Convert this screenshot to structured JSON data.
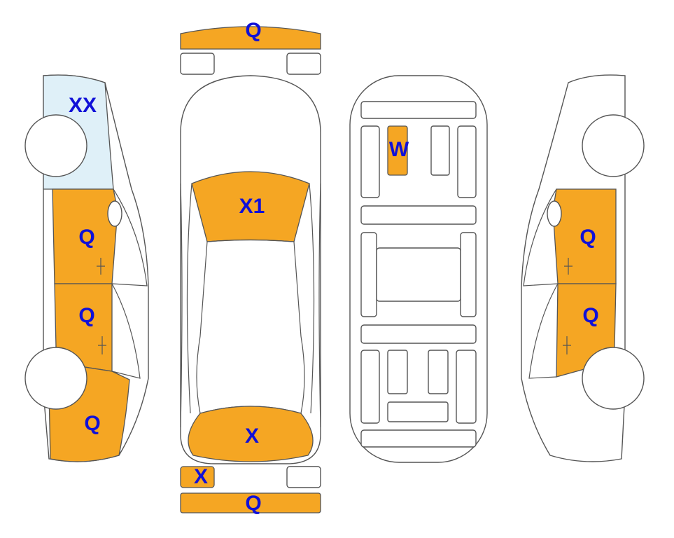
{
  "colors": {
    "marked": "#f5a623",
    "glass_marked": "#dff0f8",
    "label": "#1010d8",
    "outline": "#555555",
    "unmarked": "#ffffff"
  },
  "labels": {
    "front_bumper": "Q",
    "left_windshield_area": "XX",
    "left_front_door": "Q",
    "left_rear_door": "Q",
    "left_rear_quarter": "Q",
    "top_hood": "X1",
    "top_trunk": "X",
    "rear_left_lamp": "X",
    "rear_bumper": "Q",
    "floor_panel": "W",
    "right_front_door": "Q",
    "right_rear_door": "Q"
  }
}
